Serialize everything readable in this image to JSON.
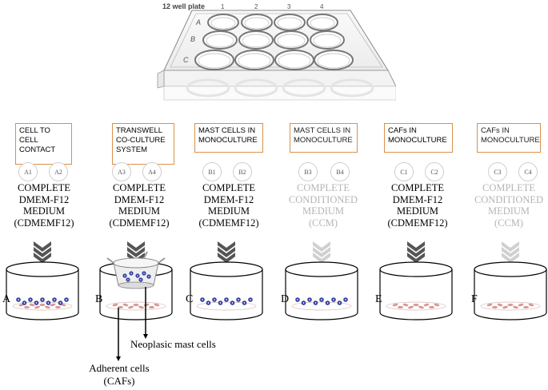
{
  "plate": {
    "title": "12 well plate",
    "columns": [
      "1",
      "2",
      "3",
      "4"
    ],
    "rows": [
      "A",
      "B",
      "C"
    ]
  },
  "conditions": [
    {
      "title_lines": [
        "CELL TO",
        "CELL",
        "CONTACT"
      ],
      "wells": [
        "A1",
        "A2"
      ],
      "medium_lines": [
        "COMPLETE",
        "DMEM-F12",
        "MEDIUM",
        "(CDMEMF12)"
      ],
      "dish_label": "A",
      "greyed": false
    },
    {
      "title_lines": [
        "TRANSWELL",
        "CO-CULTURE",
        "SYSTEM"
      ],
      "wells": [
        "A3",
        "A4"
      ],
      "medium_lines": [
        "COMPLETE",
        "DMEM-F12",
        "MEDIUM",
        "(CDMEMF12)"
      ],
      "dish_label": "B",
      "greyed": false
    },
    {
      "title_lines": [
        "MAST CELLS IN",
        "MONOCULTURE"
      ],
      "wells": [
        "B1",
        "B2"
      ],
      "medium_lines": [
        "COMPLETE",
        "DMEM-F12",
        "MEDIUM",
        "(CDMEMF12)"
      ],
      "dish_label": "C",
      "greyed": false
    },
    {
      "title_lines": [
        "MAST CELLS IN",
        "MONOCULTURE"
      ],
      "wells": [
        "B3",
        "B4"
      ],
      "medium_lines": [
        "COMPLETE",
        "CONDITIONED",
        "MEDIUM",
        "(CCM)"
      ],
      "dish_label": "D",
      "greyed": true
    },
    {
      "title_lines": [
        "CAFs IN",
        "MONOCULTURE"
      ],
      "wells": [
        "C1",
        "C2"
      ],
      "medium_lines": [
        "COMPLETE",
        "DMEM-F12",
        "MEDIUM",
        "(CDMEMF12)"
      ],
      "dish_label": "E",
      "greyed": false
    },
    {
      "title_lines": [
        "CAFs IN",
        "MONOCULTURE"
      ],
      "wells": [
        "C3",
        "C4"
      ],
      "medium_lines": [
        "COMPLETE",
        "CONDITIONED",
        "MEDIUM",
        "(CCM)"
      ],
      "dish_label": "F",
      "greyed": true
    }
  ],
  "annotations": {
    "mast": "Neoplasic mast cells",
    "adherent_line1": "Adherent cells",
    "adherent_line2": "(CAFs)"
  },
  "colors": {
    "box_border": "#d9914a",
    "greyed_text": "#b5b5b5",
    "mast_cell": "#2f3fa0",
    "caf_cell": "#d89a95",
    "chevron_dark": "#555555",
    "chevron_light": "#d0d0d0"
  }
}
